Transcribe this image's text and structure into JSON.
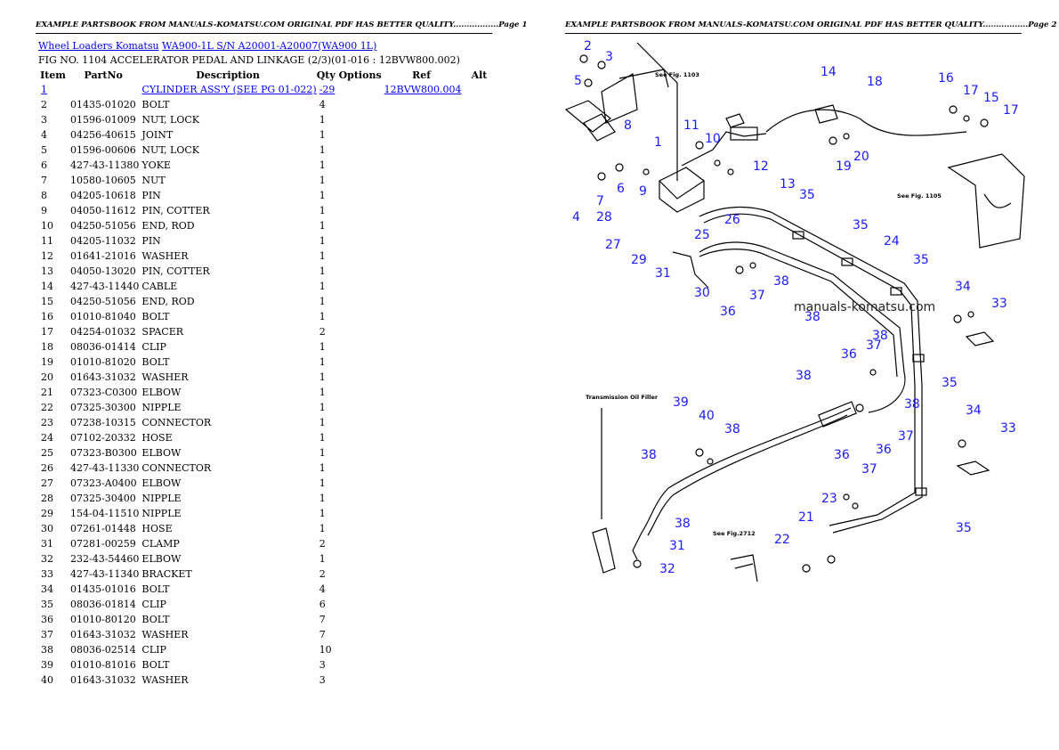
{
  "pages": {
    "left_header": "EXAMPLE PARTSBOOK FROM MANUALS-KOMATSU.COM ORIGINAL PDF HAS BETTER QUALITY.................Page 1",
    "right_header": "EXAMPLE PARTSBOOK FROM MANUALS-KOMATSU.COM ORIGINAL PDF HAS BETTER QUALITY.................Page 2"
  },
  "breadcrumb": {
    "link1": "Wheel Loaders Komatsu",
    "link2": "WA900-1L S/N A20001-A20007(WA900 1L)"
  },
  "figure_title": "FIG NO. 1104 ACCELERATOR PEDAL AND LINKAGE (2/3)(01-016 : 12BVW800.002)",
  "table": {
    "headers": {
      "item": "Item",
      "partno": "PartNo",
      "description": "Description",
      "qty_options": "Qty Options",
      "ref": "Ref",
      "alt": "Alt"
    },
    "first_row": {
      "item": "1",
      "description": "CYLINDER ASS'Y (SEE PG 01-022)",
      "qty": "-29",
      "ref": "12BVW800.004"
    },
    "rows": [
      {
        "item": "2",
        "partno": "01435-01020",
        "description": "BOLT",
        "qty": "4"
      },
      {
        "item": "3",
        "partno": "01596-01009",
        "description": "NUT, LOCK",
        "qty": "1"
      },
      {
        "item": "4",
        "partno": "04256-40615",
        "description": "JOINT",
        "qty": "1"
      },
      {
        "item": "5",
        "partno": "01596-00606",
        "description": "NUT, LOCK",
        "qty": "1"
      },
      {
        "item": "6",
        "partno": "427-43-11380",
        "description": "YOKE",
        "qty": "1"
      },
      {
        "item": "7",
        "partno": "10580-10605",
        "description": "NUT",
        "qty": "1"
      },
      {
        "item": "8",
        "partno": "04205-10618",
        "description": "PIN",
        "qty": "1"
      },
      {
        "item": "9",
        "partno": "04050-11612",
        "description": "PIN, COTTER",
        "qty": "1"
      },
      {
        "item": "10",
        "partno": "04250-51056",
        "description": "END, ROD",
        "qty": "1"
      },
      {
        "item": "11",
        "partno": "04205-11032",
        "description": "PIN",
        "qty": "1"
      },
      {
        "item": "12",
        "partno": "01641-21016",
        "description": "WASHER",
        "qty": "1"
      },
      {
        "item": "13",
        "partno": "04050-13020",
        "description": "PIN, COTTER",
        "qty": "1"
      },
      {
        "item": "14",
        "partno": "427-43-11440",
        "description": "CABLE",
        "qty": "1"
      },
      {
        "item": "15",
        "partno": "04250-51056",
        "description": "END, ROD",
        "qty": "1"
      },
      {
        "item": "16",
        "partno": "01010-81040",
        "description": "BOLT",
        "qty": "1"
      },
      {
        "item": "17",
        "partno": "04254-01032",
        "description": "SPACER",
        "qty": "2"
      },
      {
        "item": "18",
        "partno": "08036-01414",
        "description": "CLIP",
        "qty": "1"
      },
      {
        "item": "19",
        "partno": "01010-81020",
        "description": "BOLT",
        "qty": "1"
      },
      {
        "item": "20",
        "partno": "01643-31032",
        "description": "WASHER",
        "qty": "1"
      },
      {
        "item": "21",
        "partno": "07323-C0300",
        "description": "ELBOW",
        "qty": "1"
      },
      {
        "item": "22",
        "partno": "07325-30300",
        "description": "NIPPLE",
        "qty": "1"
      },
      {
        "item": "23",
        "partno": "07238-10315",
        "description": "CONNECTOR",
        "qty": "1"
      },
      {
        "item": "24",
        "partno": "07102-20332",
        "description": "HOSE",
        "qty": "1"
      },
      {
        "item": "25",
        "partno": "07323-B0300",
        "description": "ELBOW",
        "qty": "1"
      },
      {
        "item": "26",
        "partno": "427-43-11330",
        "description": "CONNECTOR",
        "qty": "1"
      },
      {
        "item": "27",
        "partno": "07323-A0400",
        "description": "ELBOW",
        "qty": "1"
      },
      {
        "item": "28",
        "partno": "07325-30400",
        "description": "NIPPLE",
        "qty": "1"
      },
      {
        "item": "29",
        "partno": "154-04-11510",
        "description": "NIPPLE",
        "qty": "1"
      },
      {
        "item": "30",
        "partno": "07261-01448",
        "description": "HOSE",
        "qty": "1"
      },
      {
        "item": "31",
        "partno": "07281-00259",
        "description": "CLAMP",
        "qty": "2"
      },
      {
        "item": "32",
        "partno": "232-43-54460",
        "description": "ELBOW",
        "qty": "1"
      },
      {
        "item": "33",
        "partno": "427-43-11340",
        "description": "BRACKET",
        "qty": "2"
      },
      {
        "item": "34",
        "partno": "01435-01016",
        "description": "BOLT",
        "qty": "4"
      },
      {
        "item": "35",
        "partno": "08036-01814",
        "description": "CLIP",
        "qty": "6"
      },
      {
        "item": "36",
        "partno": "01010-80120",
        "description": "BOLT",
        "qty": "7"
      },
      {
        "item": "37",
        "partno": "01643-31032",
        "description": "WASHER",
        "qty": "7"
      },
      {
        "item": "38",
        "partno": "08036-02514",
        "description": "CLIP",
        "qty": "10"
      },
      {
        "item": "39",
        "partno": "01010-81016",
        "description": "BOLT",
        "qty": "3"
      },
      {
        "item": "40",
        "partno": "01643-31032",
        "description": "WASHER",
        "qty": "3"
      }
    ]
  },
  "diagram": {
    "notes": {
      "see_1103": "See Fig. 1103",
      "see_1105": "See Fig. 1105",
      "see_2712": "See Fig.2712",
      "transmission_oil_filter": "Transmission Oil Filler"
    },
    "watermark": "manuals-komatsu.com",
    "callouts": [
      "2",
      "3",
      "5",
      "1",
      "8",
      "4",
      "6",
      "7",
      "9",
      "28",
      "27",
      "29",
      "31",
      "30",
      "11",
      "10",
      "12",
      "13",
      "26",
      "25",
      "14",
      "18",
      "19",
      "20",
      "16",
      "17",
      "15",
      "17",
      "35",
      "35",
      "24",
      "35",
      "36",
      "37",
      "38",
      "38",
      "38",
      "34",
      "33",
      "36",
      "37",
      "35",
      "38",
      "38",
      "39",
      "40",
      "38",
      "38",
      "36",
      "37",
      "23",
      "21",
      "22",
      "34",
      "33",
      "36",
      "37",
      "35",
      "38",
      "31",
      "32"
    ],
    "colors": {
      "callout": "#1a1aff",
      "line": "#000000"
    }
  }
}
